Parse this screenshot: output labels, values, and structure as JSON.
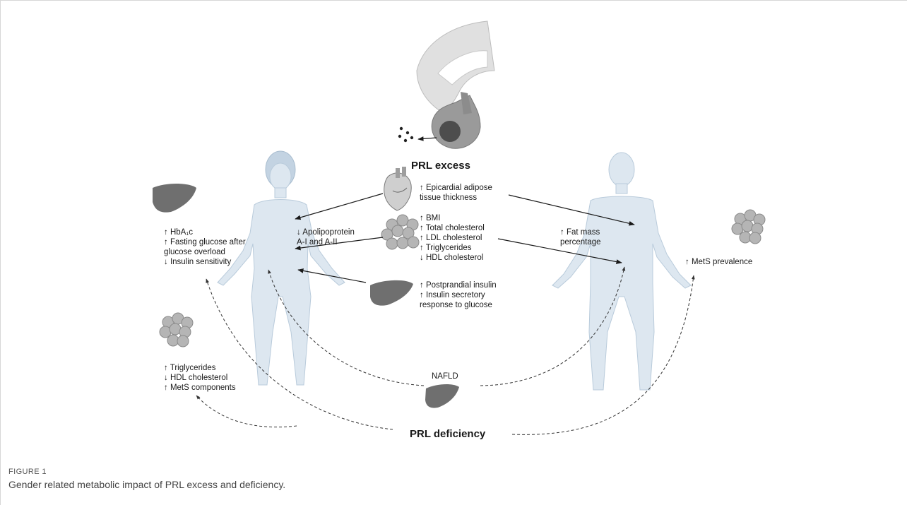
{
  "diagram": {
    "prl_excess_label": "PRL excess",
    "prl_deficiency_label": "PRL deficiency",
    "nafld_label": "NAFLD",
    "center_effects": {
      "heart_block": [
        "↑ Epicardial adipose",
        "tissue thickness"
      ],
      "fat_block": [
        "↑  BMI",
        "↑  Total cholesterol",
        "↑  LDL cholesterol",
        "↑  Triglycerides",
        "↓  HDL cholesterol"
      ],
      "liver_block": [
        "↑  Postprandial insulin",
        "↑  Insulin secretory",
        "response to glucose"
      ]
    },
    "female_effects": {
      "apolipoprotein": [
        "↓  Apolipoprotein",
        "A-I and A-II"
      ],
      "glucose_block": [
        "↑ HbA₁c",
        "↑  Fasting glucose after",
        "glucose overload",
        "↓  Insulin sensitivity"
      ],
      "deficiency_block": [
        "↑  Triglycerides",
        "↓  HDL cholesterol",
        "↑  MetS components"
      ]
    },
    "male_effects": {
      "fat_mass": [
        "↑  Fat mass",
        "percentage"
      ],
      "mets": "↑ MetS prevalence"
    },
    "icons": [
      "pituitary-gland-icon",
      "heart-icon",
      "adipose-tissue-icon",
      "liver-icon",
      "female-body-icon",
      "male-body-icon"
    ],
    "colors": {
      "body": "#dde7f0",
      "liver": "#6f6f6f",
      "fat": "#b5b5b5"
    }
  },
  "caption": {
    "label": "FIGURE 1",
    "text": "Gender related metabolic impact of PRL excess and deficiency."
  }
}
